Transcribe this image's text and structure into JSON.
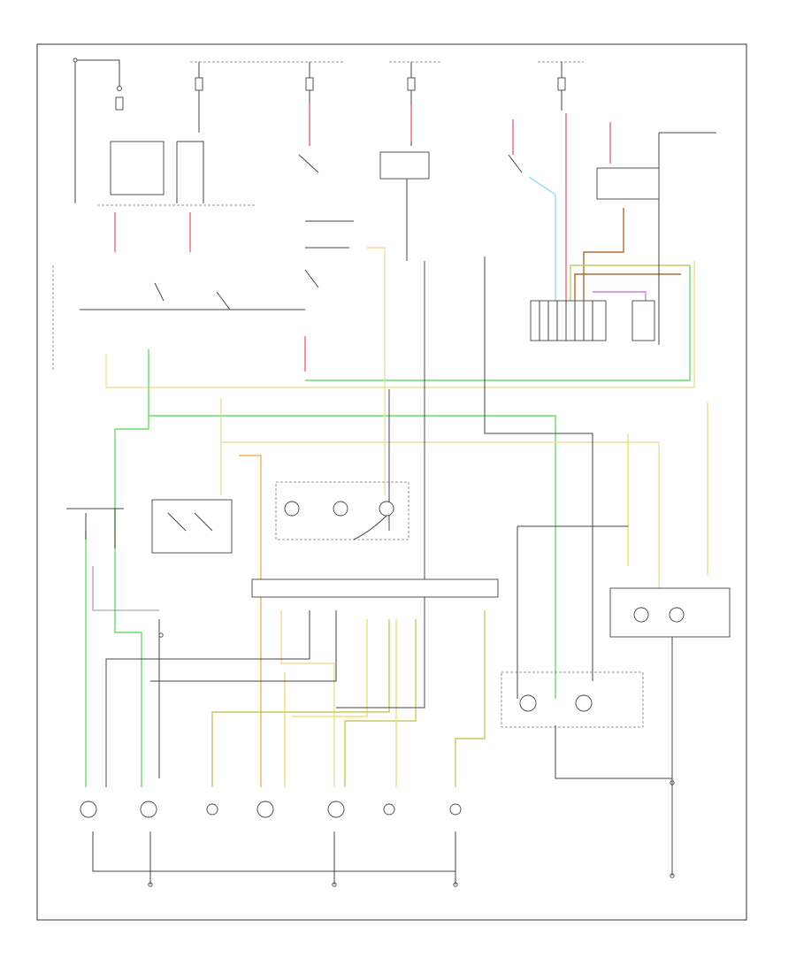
{
  "diagram": {
    "title": "",
    "footer_code": "",
    "colors": {
      "frame": "#555555",
      "wire_black": "#444444",
      "wire_red": "#e8687a",
      "wire_green": "#66dd66",
      "wire_yellow": "#f2dd7a",
      "wire_tan": "#eedda0",
      "wire_orange": "#f2b45a",
      "wire_lightblue": "#8fe0ee",
      "wire_violet": "#d27ee0",
      "wire_brown": "#b06b30",
      "wire_olive": "#c8c860"
    },
    "components": [
      {
        "id": "c1"
      },
      {
        "id": "c2"
      },
      {
        "id": "c3"
      },
      {
        "id": "c4"
      },
      {
        "id": "c5"
      },
      {
        "id": "c6"
      },
      {
        "id": "c7"
      },
      {
        "id": "c8"
      },
      {
        "id": "c9"
      },
      {
        "id": "c10"
      },
      {
        "id": "c11"
      },
      {
        "id": "c12"
      },
      {
        "id": "c13"
      },
      {
        "id": "c14"
      }
    ],
    "lamps": [
      {
        "id": "l1"
      },
      {
        "id": "l2"
      },
      {
        "id": "l3"
      },
      {
        "id": "l4"
      },
      {
        "id": "l5"
      },
      {
        "id": "l6"
      },
      {
        "id": "l7"
      }
    ]
  }
}
